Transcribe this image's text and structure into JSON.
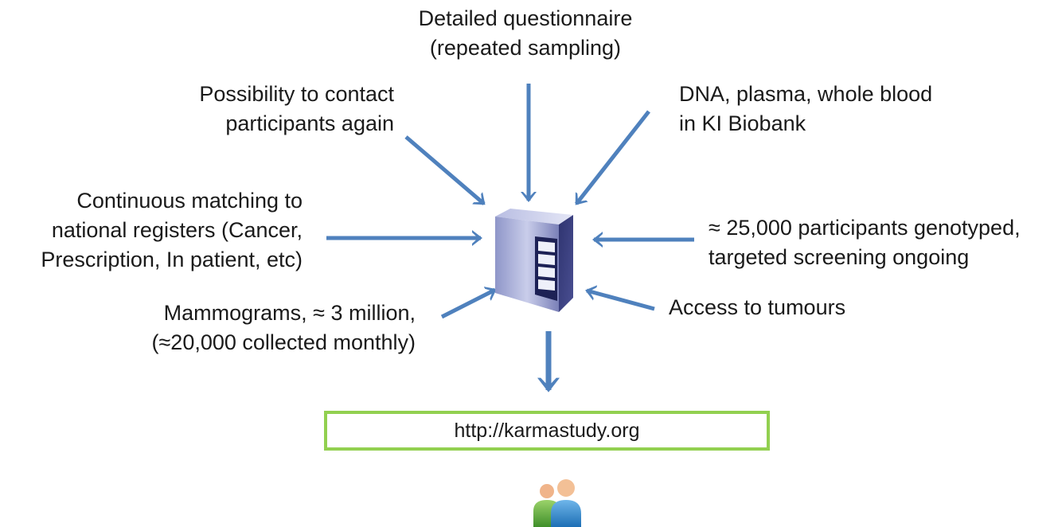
{
  "diagram": {
    "top": {
      "line1": "Detailed questionnaire",
      "line2": "(repeated sampling)"
    },
    "top_left": {
      "line1": "Possibility to contact",
      "line2": "participants again"
    },
    "top_right": {
      "line1": "DNA, plasma, whole blood",
      "line2": "in KI Biobank"
    },
    "mid_left": {
      "line1": "Continuous matching to",
      "line2": "national registers (Cancer,",
      "line3": "Prescription, In patient, etc)"
    },
    "mid_right": {
      "line1": "≈ 25,000 participants genotyped,",
      "line2": "targeted screening ongoing"
    },
    "low_left": {
      "line1": "Mammograms, ≈ 3 million,",
      "line2": "(≈20,000 collected monthly)"
    },
    "low_right": {
      "line1": "Access to tumours"
    },
    "url": "http://karmastudy.org",
    "center_icon": "server-icon",
    "bottom_icon": "people-icon",
    "colors": {
      "arrow": "#4f81bd",
      "url_border": "#92d050"
    }
  }
}
